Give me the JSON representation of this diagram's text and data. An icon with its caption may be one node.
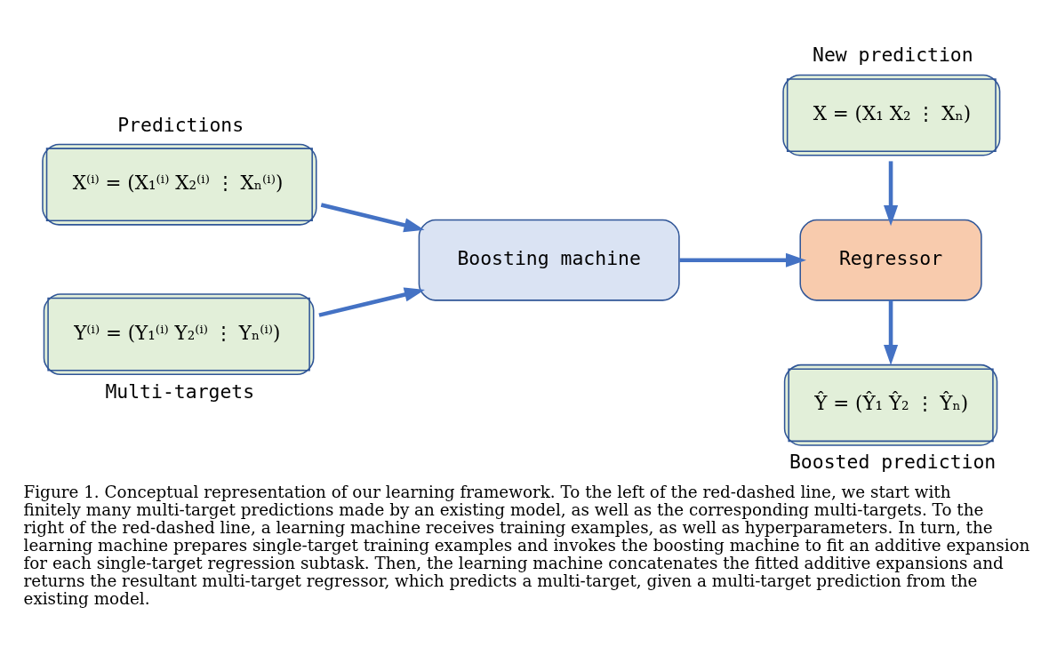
{
  "diagram": {
    "caption": "Figure 1. Conceptual representation of our learning framework. To the left of the red-dashed line, we start with finitely many multi-target predictions made by an existing model, as well as the corresponding multi-targets. To the right of the red-dashed line, a learning machine receives training examples, as well as hyperparameters. In turn, the learning machine prepares single-target training examples and invokes the boosting machine to fit an additive expansion for each single-target regression subtask. Then, the learning machine concatenates the fitted additive expansions and returns the resultant multi-target regressor, which predicts a multi-target, given a multi-target prediction from the existing model.",
    "nodes": [
      {
        "text": [
          "Predictions",
          "X⁽ⁱ⁾ = (X₁⁽ⁱ⁾ X₂⁽ⁱ⁾ ⋮ Xₙ⁽ⁱ⁾)"
        ]
      },
      {
        "text": [
          "Y⁽ⁱ⁾ = (Y₁⁽ⁱ⁾ Y₂⁽ⁱ⁾ ⋮ Yₙ⁽ⁱ⁾)",
          "Multi-targets"
        ]
      },
      {
        "text": [
          "Boosting machine"
        ]
      },
      {
        "text": [
          "New prediction",
          "X = (X₁ X₂ ⋮ Xₙ)"
        ]
      },
      {
        "text": [
          "Regressor"
        ]
      },
      {
        "text": [
          "Ŷ = (Ŷ₁ Ŷ₂ ⋮ Ŷₙ)",
          "Boosted prediction"
        ]
      }
    ],
    "edges": [
      {
        "from": 0,
        "to": 2,
        "arrow": "to"
      },
      {
        "from": 1,
        "to": 2,
        "arrow": "to"
      },
      {
        "from": 2,
        "to": 4,
        "arrow": "to"
      },
      {
        "from": 3,
        "to": 4,
        "arrow": "to"
      },
      {
        "from": 4,
        "to": 5,
        "arrow": "to"
      }
    ]
  }
}
